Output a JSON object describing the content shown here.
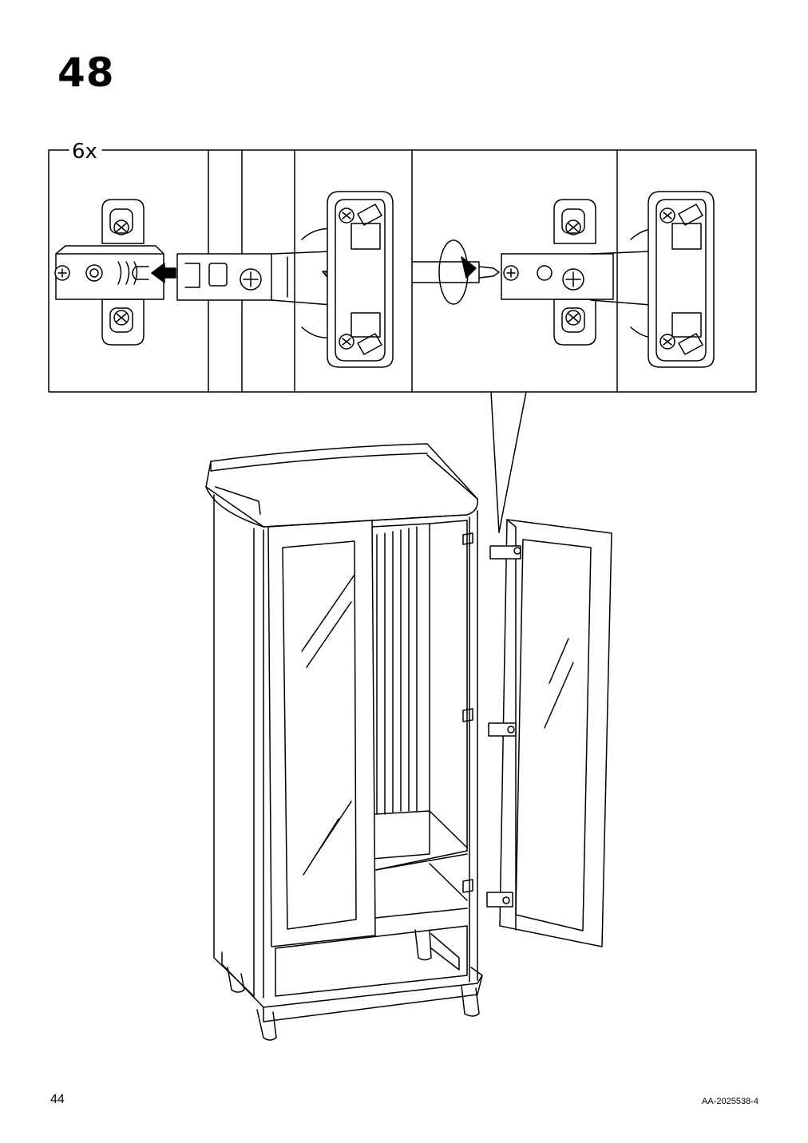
{
  "step": {
    "number": "48"
  },
  "detail": {
    "quantity": "6x"
  },
  "footer": {
    "page_number": "44",
    "doc_code": "AA-2025538-4"
  }
}
